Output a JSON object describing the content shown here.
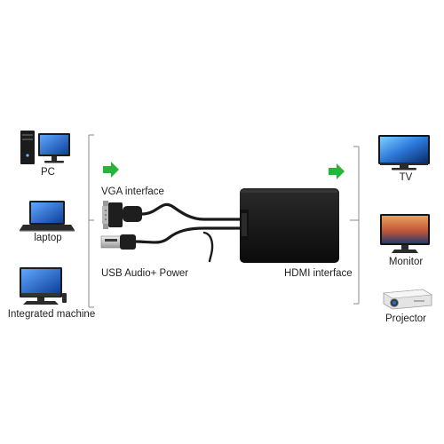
{
  "sources": {
    "pc": {
      "label": "PC",
      "icon": "desktop-pc-icon"
    },
    "laptop": {
      "label": "laptop",
      "icon": "laptop-icon"
    },
    "integrated": {
      "label": "Integrated machine",
      "icon": "all-in-one-computer-icon"
    }
  },
  "adapter": {
    "vga_label": "VGA interface",
    "usb_label": "USB Audio+ Power",
    "hdmi_label": "HDMI interface"
  },
  "outputs": {
    "tv": {
      "label": "TV",
      "icon": "tv-icon"
    },
    "monitor": {
      "label": "Monitor",
      "icon": "monitor-icon"
    },
    "projector": {
      "label": "Projector",
      "icon": "projector-icon"
    }
  },
  "colors": {
    "arrow": "#27b43a",
    "cable": "#1a1a1a",
    "bracket_line": "#888888",
    "screen_blue": "#2a6fd6"
  }
}
